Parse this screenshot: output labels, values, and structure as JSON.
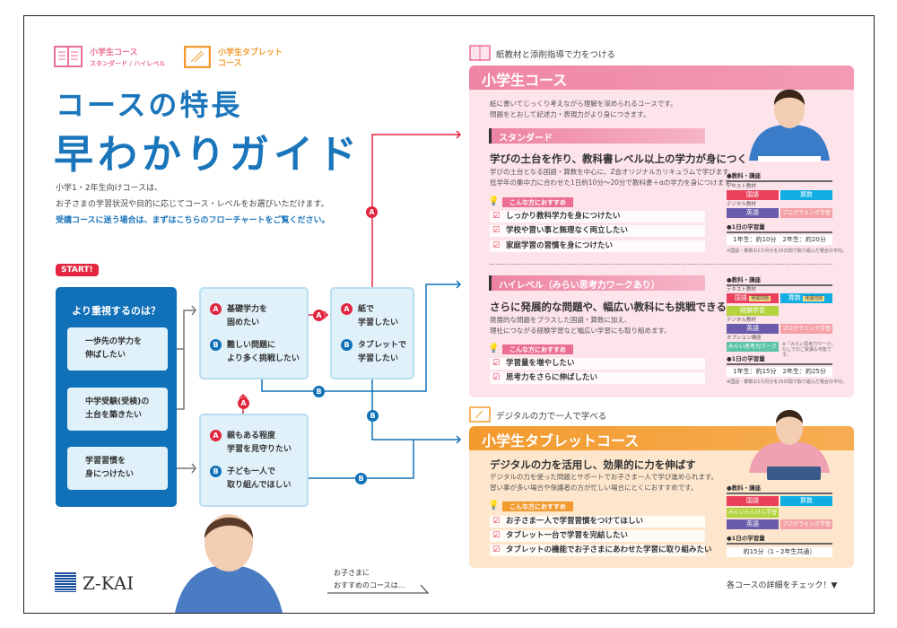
{
  "header": {
    "course1_line1": "小学生コース",
    "course1_line2": "スタンダード / ハイレベル",
    "course2_line1": "小学生タブレット",
    "course2_line2": "コース"
  },
  "title": {
    "line1": "コースの特長",
    "line2": "早わかりガイド"
  },
  "intro": {
    "line1": "小学1・2年生向けコースは、",
    "line2": "お子さまの学習状況や目的に応じてコース・レベルをお選びいただけます。",
    "line3": "受講コースに迷う場合は、まずはこちらのフローチャートをご覧ください。"
  },
  "flow": {
    "start": "START!",
    "question": "より重視するのは？",
    "options": [
      [
        "一歩先の学力を",
        "伸ばしたい"
      ],
      [
        "中学受験(受検)の",
        "土台を築きたい"
      ],
      [
        "学習習慣を",
        "身につけたい"
      ]
    ],
    "q1": {
      "a": [
        "基礎学力を",
        "固めたい"
      ],
      "b": [
        "難しい問題に",
        "より多く挑戦したい"
      ]
    },
    "q2": {
      "a": [
        "紙で",
        "学習したい"
      ],
      "b": [
        "タブレットで",
        "学習したい"
      ]
    },
    "q3": {
      "a": [
        "親もある程度",
        "学習を見守りたい"
      ],
      "b": [
        "子ども一人で",
        "取り組んでほしい"
      ]
    },
    "badge_a": "A",
    "badge_b": "B"
  },
  "paper": {
    "label": "紙教材と添削指導で力をつける",
    "title": "小学生コース",
    "desc1": "紙に書いてじっくり考えながら理解を深められるコースです。",
    "desc2": "問題をとおして記述力・表現力がより身につきます。",
    "standard": {
      "bar": "スタンダード",
      "headline": "学びの土台を作り、教科書レベル以上の学力が身につく",
      "desc1": "学びの土台となる国語・算数を中心に、Z会オリジナルカリキュラムで学びます。",
      "desc2": "低学年の集中力に合わせた1日約10分〜20分で教科書＋αの学力を身につけます。",
      "tag": "こんな方におすすめ",
      "checks": [
        "しっかり教科学力を身につけたい",
        "学校や習い事と無理なく両立したい",
        "家庭学習の習慣を身につけたい"
      ],
      "subjects_label": "●教科・講座",
      "text_label": "テキスト教材",
      "s1": "国語",
      "s2": "算数",
      "digital_label": "デジタル教材",
      "s3": "英語",
      "s4": "プログラミング学習",
      "time_label": "●1日の学習量",
      "time": "1年生：約10分　2年生：約20分",
      "note": "※国語・算数の1カ月分を25日間で取り組んだ場合の平均。"
    },
    "high": {
      "bar": "ハイレベル（みらい思考力ワークあり）",
      "headline": "さらに発展的な問題や、幅広い教科にも挑戦できる",
      "desc1": "発展的な問題をプラスした国語・算数に加え、",
      "desc2": "理社につながる経験学習など幅広い学習にも取り組めます。",
      "tag": "こんな方におすすめ",
      "checks": [
        "学習量を増やしたい",
        "思考力をさらに伸ばしたい"
      ],
      "subjects_label": "●教科・講座",
      "text_label": "テキスト教材",
      "s1": "国語",
      "s1b": "発展問題",
      "s2": "算数",
      "s2b": "発展問題",
      "s5": "経験学習",
      "digital_label": "デジタル教材",
      "s3": "英語",
      "s4": "プログラミング学習",
      "option_label": "オプション講座",
      "s6": "みらい思考力ワーク",
      "option_note": "※「みらい思考力ワーク」なしでのご受講も可能です。",
      "time_label": "●1日の学習量",
      "time": "1年生：約15分　2年生：約25分",
      "note": "※国語・算数の1カ月分を25日間で取り組んだ場合の平均。"
    }
  },
  "tablet": {
    "label": "デジタルの力で一人で学べる",
    "title": "小学生タブレットコース",
    "headline": "デジタルの力を活用し、効果的に力を伸ばす",
    "desc1": "デジタルの力を使った問題とサポートでお子さま一人で学び進められます。",
    "desc2": "習い事が多い場合や保護者の方が忙しい場合にとくにおすすめです。",
    "tag": "こんな方におすすめ",
    "checks": [
      "お子さま一人で学習習慣をつけてほしい",
      "タブレット一台で学習を完結したい",
      "タブレットの機能でお子さまにあわせた学習に取り組みたい"
    ],
    "subjects_label": "●教科・講座",
    "s1": "国語",
    "s2": "算数",
    "s5": "みらいたんけん学習",
    "s3": "英語",
    "s4": "プログラミング学習",
    "time_label": "●1日の学習量",
    "time": "約15分（1・2年生共通）"
  },
  "footer": {
    "logo": "Z-KAI",
    "recommend1": "お子さまに",
    "recommend2": "おすすめのコースは…",
    "check": "各コースの詳細をチェック！▼"
  },
  "colors": {
    "blue": "#1070b8",
    "red": "#e3263f",
    "pink": "#ef87a4",
    "orange": "#f39a2e"
  }
}
